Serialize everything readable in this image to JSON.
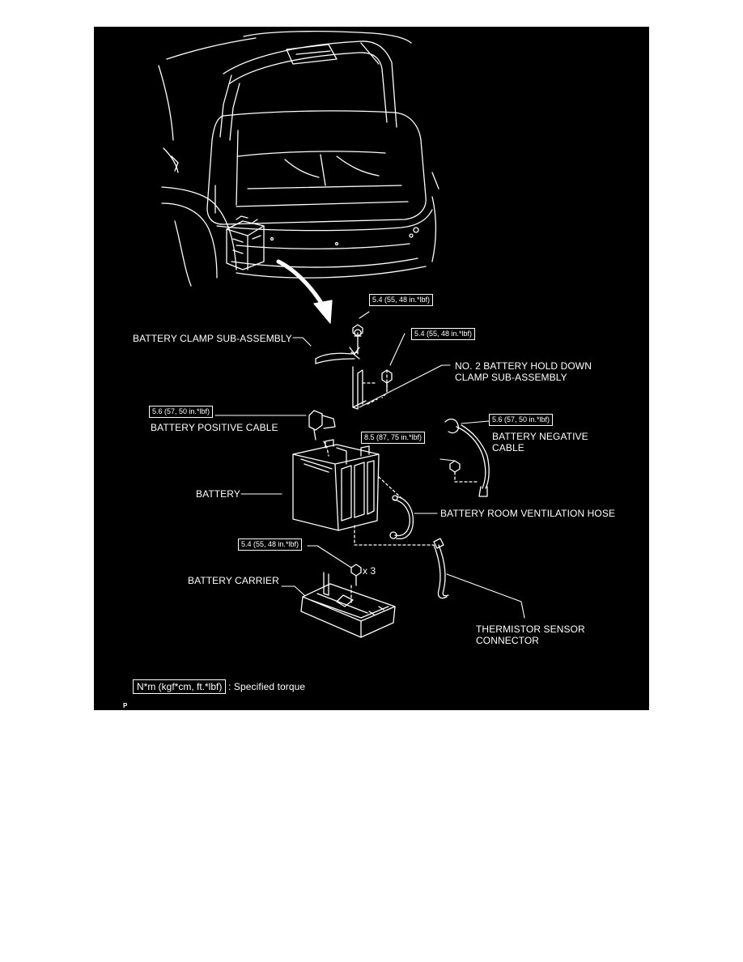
{
  "labels": {
    "battery_clamp": "BATTERY CLAMP SUB-ASSEMBLY",
    "hold_down_1": "NO. 2 BATTERY HOLD DOWN",
    "hold_down_2": "CLAMP SUB-ASSEMBLY",
    "positive_cable": "BATTERY POSITIVE CABLE",
    "negative_1": "BATTERY NEGATIVE",
    "negative_2": "CABLE",
    "battery": "BATTERY",
    "vent_hose": "BATTERY ROOM VENTILATION HOSE",
    "carrier": "BATTERY CARRIER",
    "thermistor_1": "THERMISTOR SENSOR",
    "thermistor_2": "CONNECTOR",
    "quantity": "x 3"
  },
  "torques": {
    "clamp_nut": "5.4 (55, 48 in.*lbf)",
    "hold_down_bolt": "5.4 (55, 48 in.*lbf)",
    "positive_terminal": "5.6 (57, 50 in.*lbf)",
    "negative_terminal": "5.6 (57, 50 in.*lbf)",
    "negative_bolt": "8.5 (87, 75 in.*lbf)",
    "carrier_bolts": "5.4 (55, 48 in.*lbf)"
  },
  "legend": {
    "unit": "N*m (kgf*cm, ft.*lbf)",
    "meaning": ": Specified torque"
  },
  "figure_code": "P"
}
